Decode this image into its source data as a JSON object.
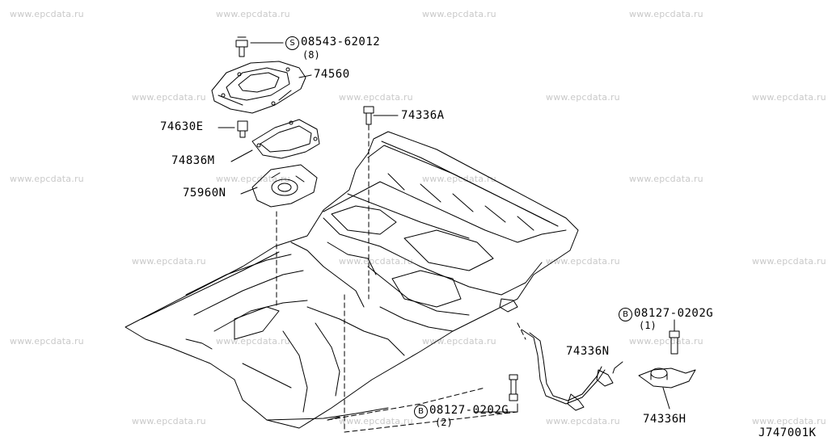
{
  "watermark": "www.epcdata.ru",
  "diagram_code": "J747001K",
  "callouts": [
    {
      "id": "c1",
      "part": "08543-62012",
      "symbol": "S",
      "qty": "(8)"
    },
    {
      "id": "c2",
      "part": "74560"
    },
    {
      "id": "c3",
      "part": "74630E"
    },
    {
      "id": "c4",
      "part": "74836M"
    },
    {
      "id": "c5",
      "part": "75960N"
    },
    {
      "id": "c6",
      "part": "74336A"
    },
    {
      "id": "c7",
      "part": "08127-0202G",
      "symbol": "B",
      "qty": "(1)"
    },
    {
      "id": "c8",
      "part": "74336N"
    },
    {
      "id": "c9",
      "part": "08127-0202G",
      "symbol": "B",
      "qty": "(2)"
    },
    {
      "id": "c10",
      "part": "74336H"
    }
  ]
}
